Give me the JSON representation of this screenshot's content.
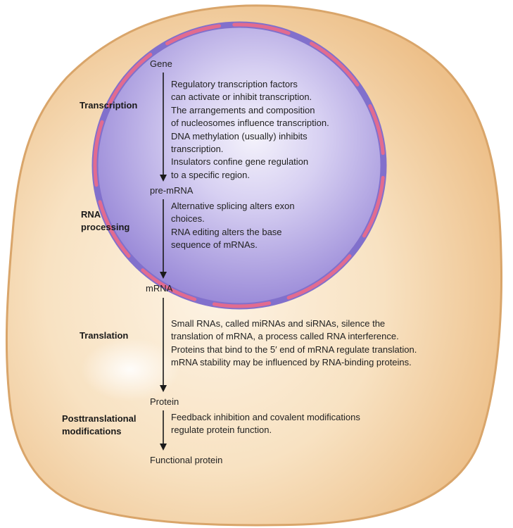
{
  "colors": {
    "cytoplasm": "#f3d3a4",
    "cell_edge": "#d9a56a",
    "nucleus": "#a89ae0",
    "nuclear_envelope": "#7f6fc9",
    "envelope_segment": "#e26b8f",
    "arrow": "#1a1a1a"
  },
  "products": {
    "gene": "Gene",
    "pre_mrna": "pre-mRNA",
    "mrna": "mRNA",
    "protein": "Protein",
    "functional_protein": "Functional protein"
  },
  "stages": {
    "transcription": "Transcription",
    "rna_processing_1": "RNA",
    "rna_processing_2": "processing",
    "translation": "Translation",
    "posttranslational_1": "Posttranslational",
    "posttranslational_2": "modifications"
  },
  "descriptions": {
    "transcription": [
      "Regulatory transcription factors",
      "can activate or inhibit transcription.",
      "The arrangements and composition",
      "of nucleosomes influence transcription.",
      "DNA methylation (usually) inhibits",
      "transcription.",
      "Insulators confine gene regulation",
      "to a specific region."
    ],
    "rna_processing": [
      "Alternative splicing alters exon",
      "choices.",
      "RNA editing alters the base",
      "sequence of mRNAs."
    ],
    "translation": [
      "Small RNAs, called miRNAs and siRNAs, silence the",
      "translation of mRNA, a process called RNA interference.",
      "Proteins that bind to the 5′ end of mRNA regulate translation.",
      "mRNA stability may be influenced by RNA-binding proteins."
    ],
    "posttranslational": [
      "Feedback inhibition and covalent modifications",
      "regulate protein function."
    ]
  }
}
